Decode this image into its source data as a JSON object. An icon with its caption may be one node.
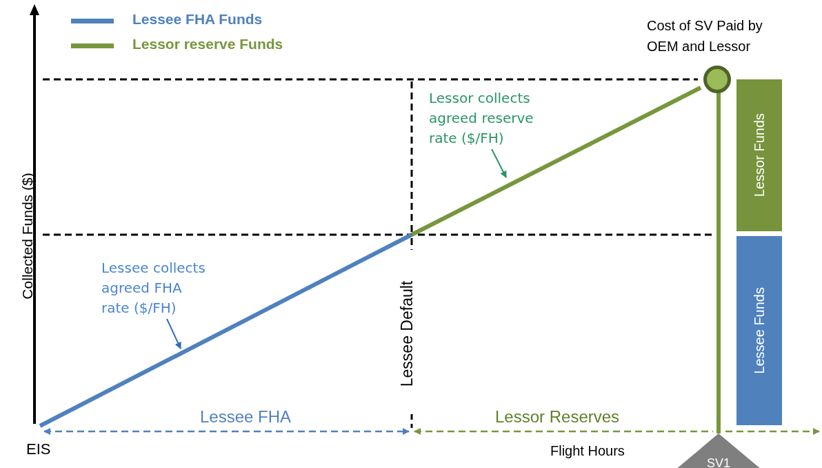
{
  "diagram": {
    "nodes": [
      {
        "text": [
          "Cost of SV Paid by OEM and Lessor"
        ]
      },
      {
        "text": [
          "Lessor Funds"
        ]
      },
      {
        "text": [
          "Lessee Funds"
        ]
      },
      {
        "text": [
          "SV1"
        ]
      },
      {
        "text": [
          "Lessee collects agreed FHA rate ($/FH)"
        ]
      },
      {
        "text": [
          "Lessor collects agreed reserve rate ($/FH)"
        ]
      }
    ],
    "edges": [
      {
        "from": 0,
        "to": 3,
        "arrow": "none",
        "style": "thick",
        "color": "#77973c"
      },
      {
        "from": 4,
        "to": null,
        "arrow": "to",
        "color": "#2f6fc0"
      },
      {
        "from": 5,
        "to": null,
        "arrow": "to",
        "color": "#2a9565"
      }
    ],
    "labels": [
      "Collected Funds ($)",
      "EIS",
      "Lessee FHA",
      "Lessee Default",
      "Lessor Reserves",
      "Flight Hours"
    ],
    "legend": [
      {
        "text": "Lessee FHA Funds",
        "color": "#4f81bd"
      },
      {
        "text": "Lessor reserve Funds",
        "color": "#77973c"
      }
    ]
  }
}
